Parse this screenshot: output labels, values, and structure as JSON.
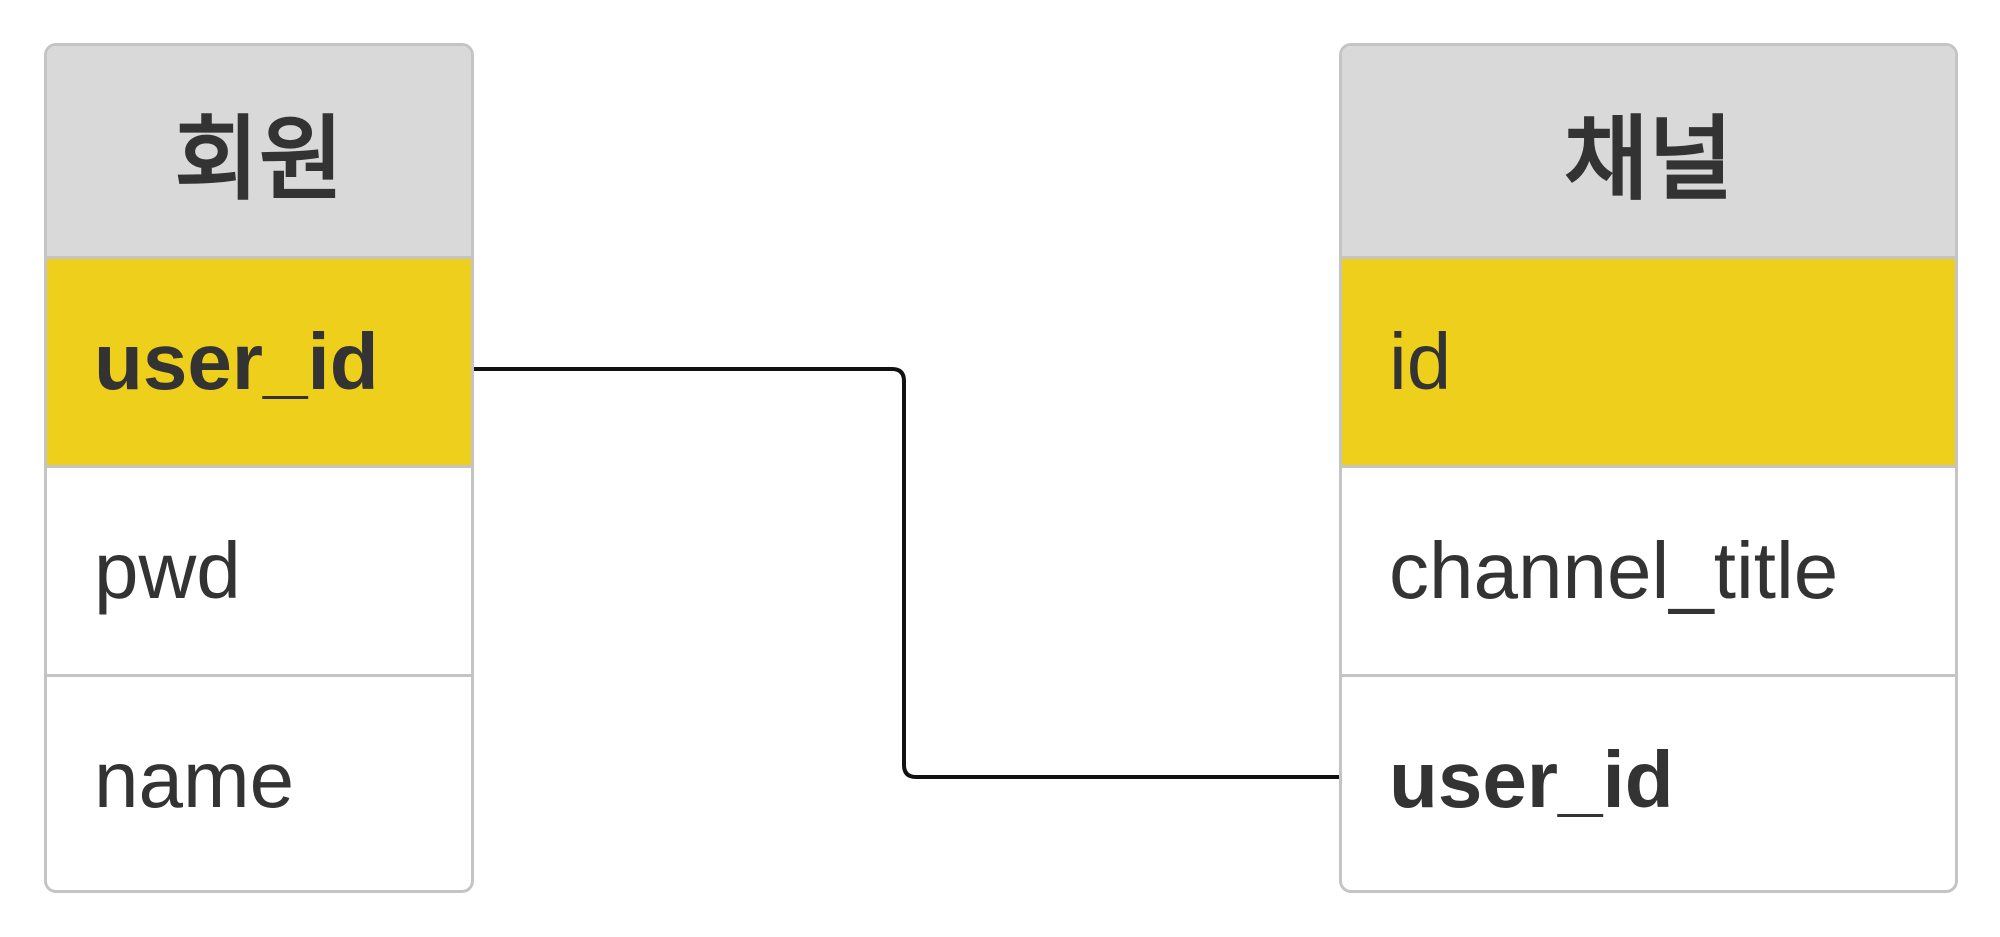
{
  "tables": [
    {
      "header": "회원",
      "rows": [
        {
          "label": "user_id"
        },
        {
          "label": "pwd"
        },
        {
          "label": "name"
        }
      ]
    },
    {
      "header": "채널",
      "rows": [
        {
          "label": "id"
        },
        {
          "label": "channel_title"
        },
        {
          "label": "user_id"
        }
      ]
    }
  ],
  "colors": {
    "header_bg": "#d9d9d9",
    "primary_key_bg": "#eecf1b",
    "border": "#c4c4c4",
    "text": "#333333",
    "connector": "#111111"
  }
}
